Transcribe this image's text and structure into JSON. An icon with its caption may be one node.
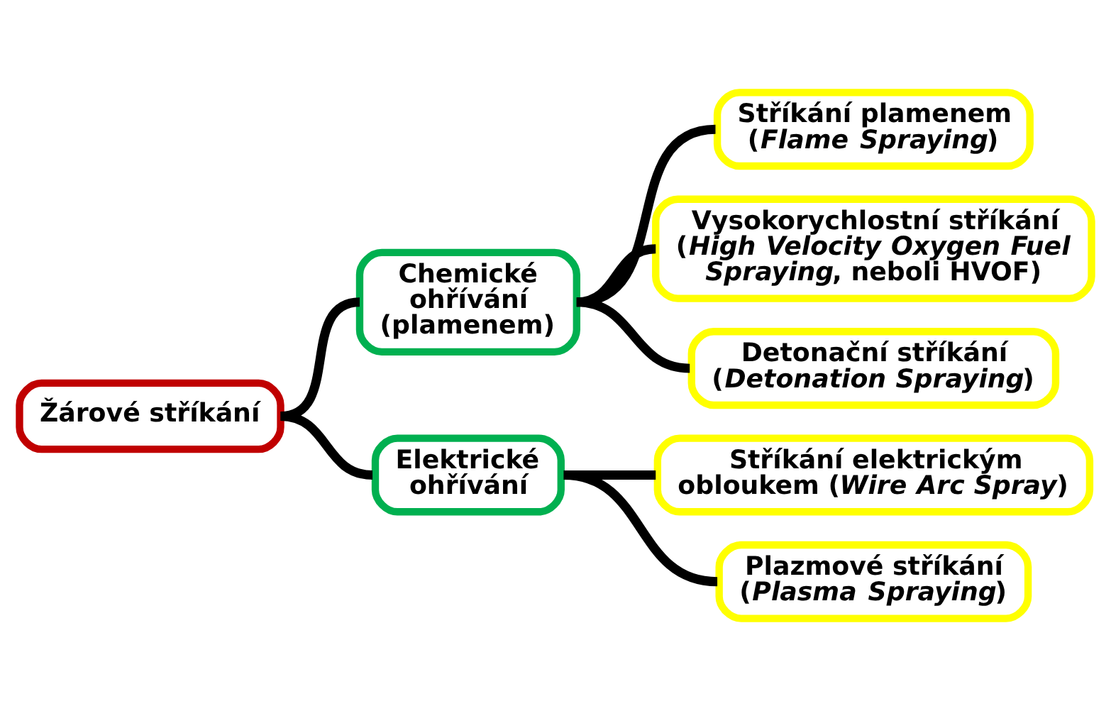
{
  "diagram": {
    "nodes": [
      {
        "text": [
          "Žárové stříkání"
        ]
      },
      {
        "text": [
          "Chemické ohřívání (plamenem)"
        ]
      },
      {
        "text": [
          "Elektrické ohřívání"
        ]
      },
      {
        "text": [
          "Stříkání plamenem (*Flame Spraying*)"
        ]
      },
      {
        "text": [
          "Vysokorychlostní stříkání (*High Velocity Oxygen Fuel Spraying*, neboli HVOF)"
        ]
      },
      {
        "text": [
          "Detonační stříkání (*Detonation Spraying*)"
        ]
      },
      {
        "text": [
          "Stříkání elektrickým obloukem (*Wire Arc Spray*)"
        ]
      },
      {
        "text": [
          "Plazmové stříkání (*Plasma Spraying*)"
        ]
      }
    ],
    "edges": [
      {
        "from": 0,
        "to": 1,
        "arrow": "none"
      },
      {
        "from": 0,
        "to": 2,
        "arrow": "none"
      },
      {
        "from": 1,
        "to": 3,
        "arrow": "none"
      },
      {
        "from": 1,
        "to": 4,
        "arrow": "none"
      },
      {
        "from": 1,
        "to": 5,
        "arrow": "none"
      },
      {
        "from": 2,
        "to": 6,
        "arrow": "none"
      },
      {
        "from": 2,
        "to": 7,
        "arrow": "none"
      }
    ]
  }
}
